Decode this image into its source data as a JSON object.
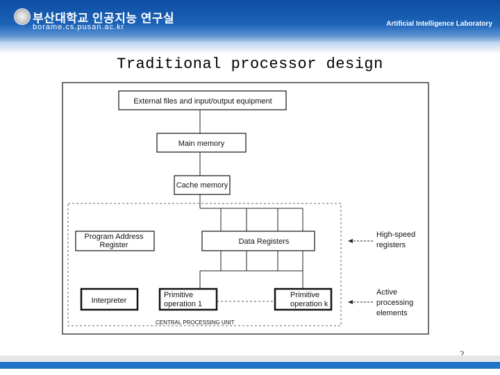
{
  "header": {
    "lab_name": "부산대학교 인공지능 연구실",
    "url": "borame.cs.pusan.ac.kr",
    "lab_english": "Artificial Intelligence Laboratory"
  },
  "slide": {
    "title": "Traditional processor design",
    "page_number": "2"
  },
  "diagram": {
    "external_files": "External files and input/output equipment",
    "main_memory": "Main memory",
    "cache_memory": "Cache memory",
    "program_address_register_line1": "Program Address",
    "program_address_register_line2": "Register",
    "data_registers": "Data Registers",
    "interpreter": "Interpreter",
    "primitive_op1_line1": "Primitive",
    "primitive_op1_line2": "operation 1",
    "primitive_opk_line1": "Primitive",
    "primitive_opk_line2": "operation k",
    "cpu_label": "CENTRAL PROCESSING UNIT",
    "high_speed_line1": "High-speed",
    "high_speed_line2": "registers",
    "active_line1": "Active",
    "active_line2": "processing",
    "active_line3": "elements"
  }
}
